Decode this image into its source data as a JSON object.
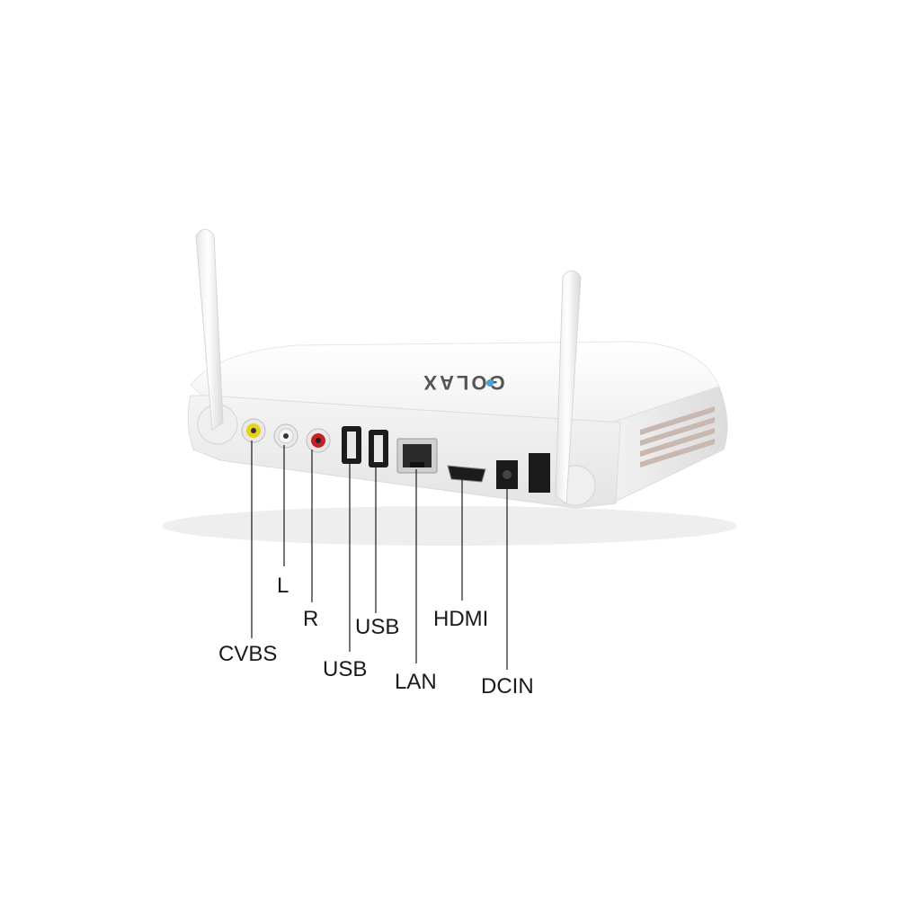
{
  "product": {
    "brand_logo_text": "GOLAX",
    "colors": {
      "body": "#f7f7f7",
      "shadow": "#d9d9d9",
      "yellow_jack": "#e6d21a",
      "red_jack": "#c4222a",
      "white_jack": "#e8e8e8",
      "port_dark": "#1c1c1c"
    }
  },
  "labels": {
    "cvbs": "CVBS",
    "l": "L",
    "r": "R",
    "usb_1": "USB",
    "usb_2": "USB",
    "lan": "LAN",
    "hdmi": "HDMI",
    "dcin": "DCIN"
  }
}
